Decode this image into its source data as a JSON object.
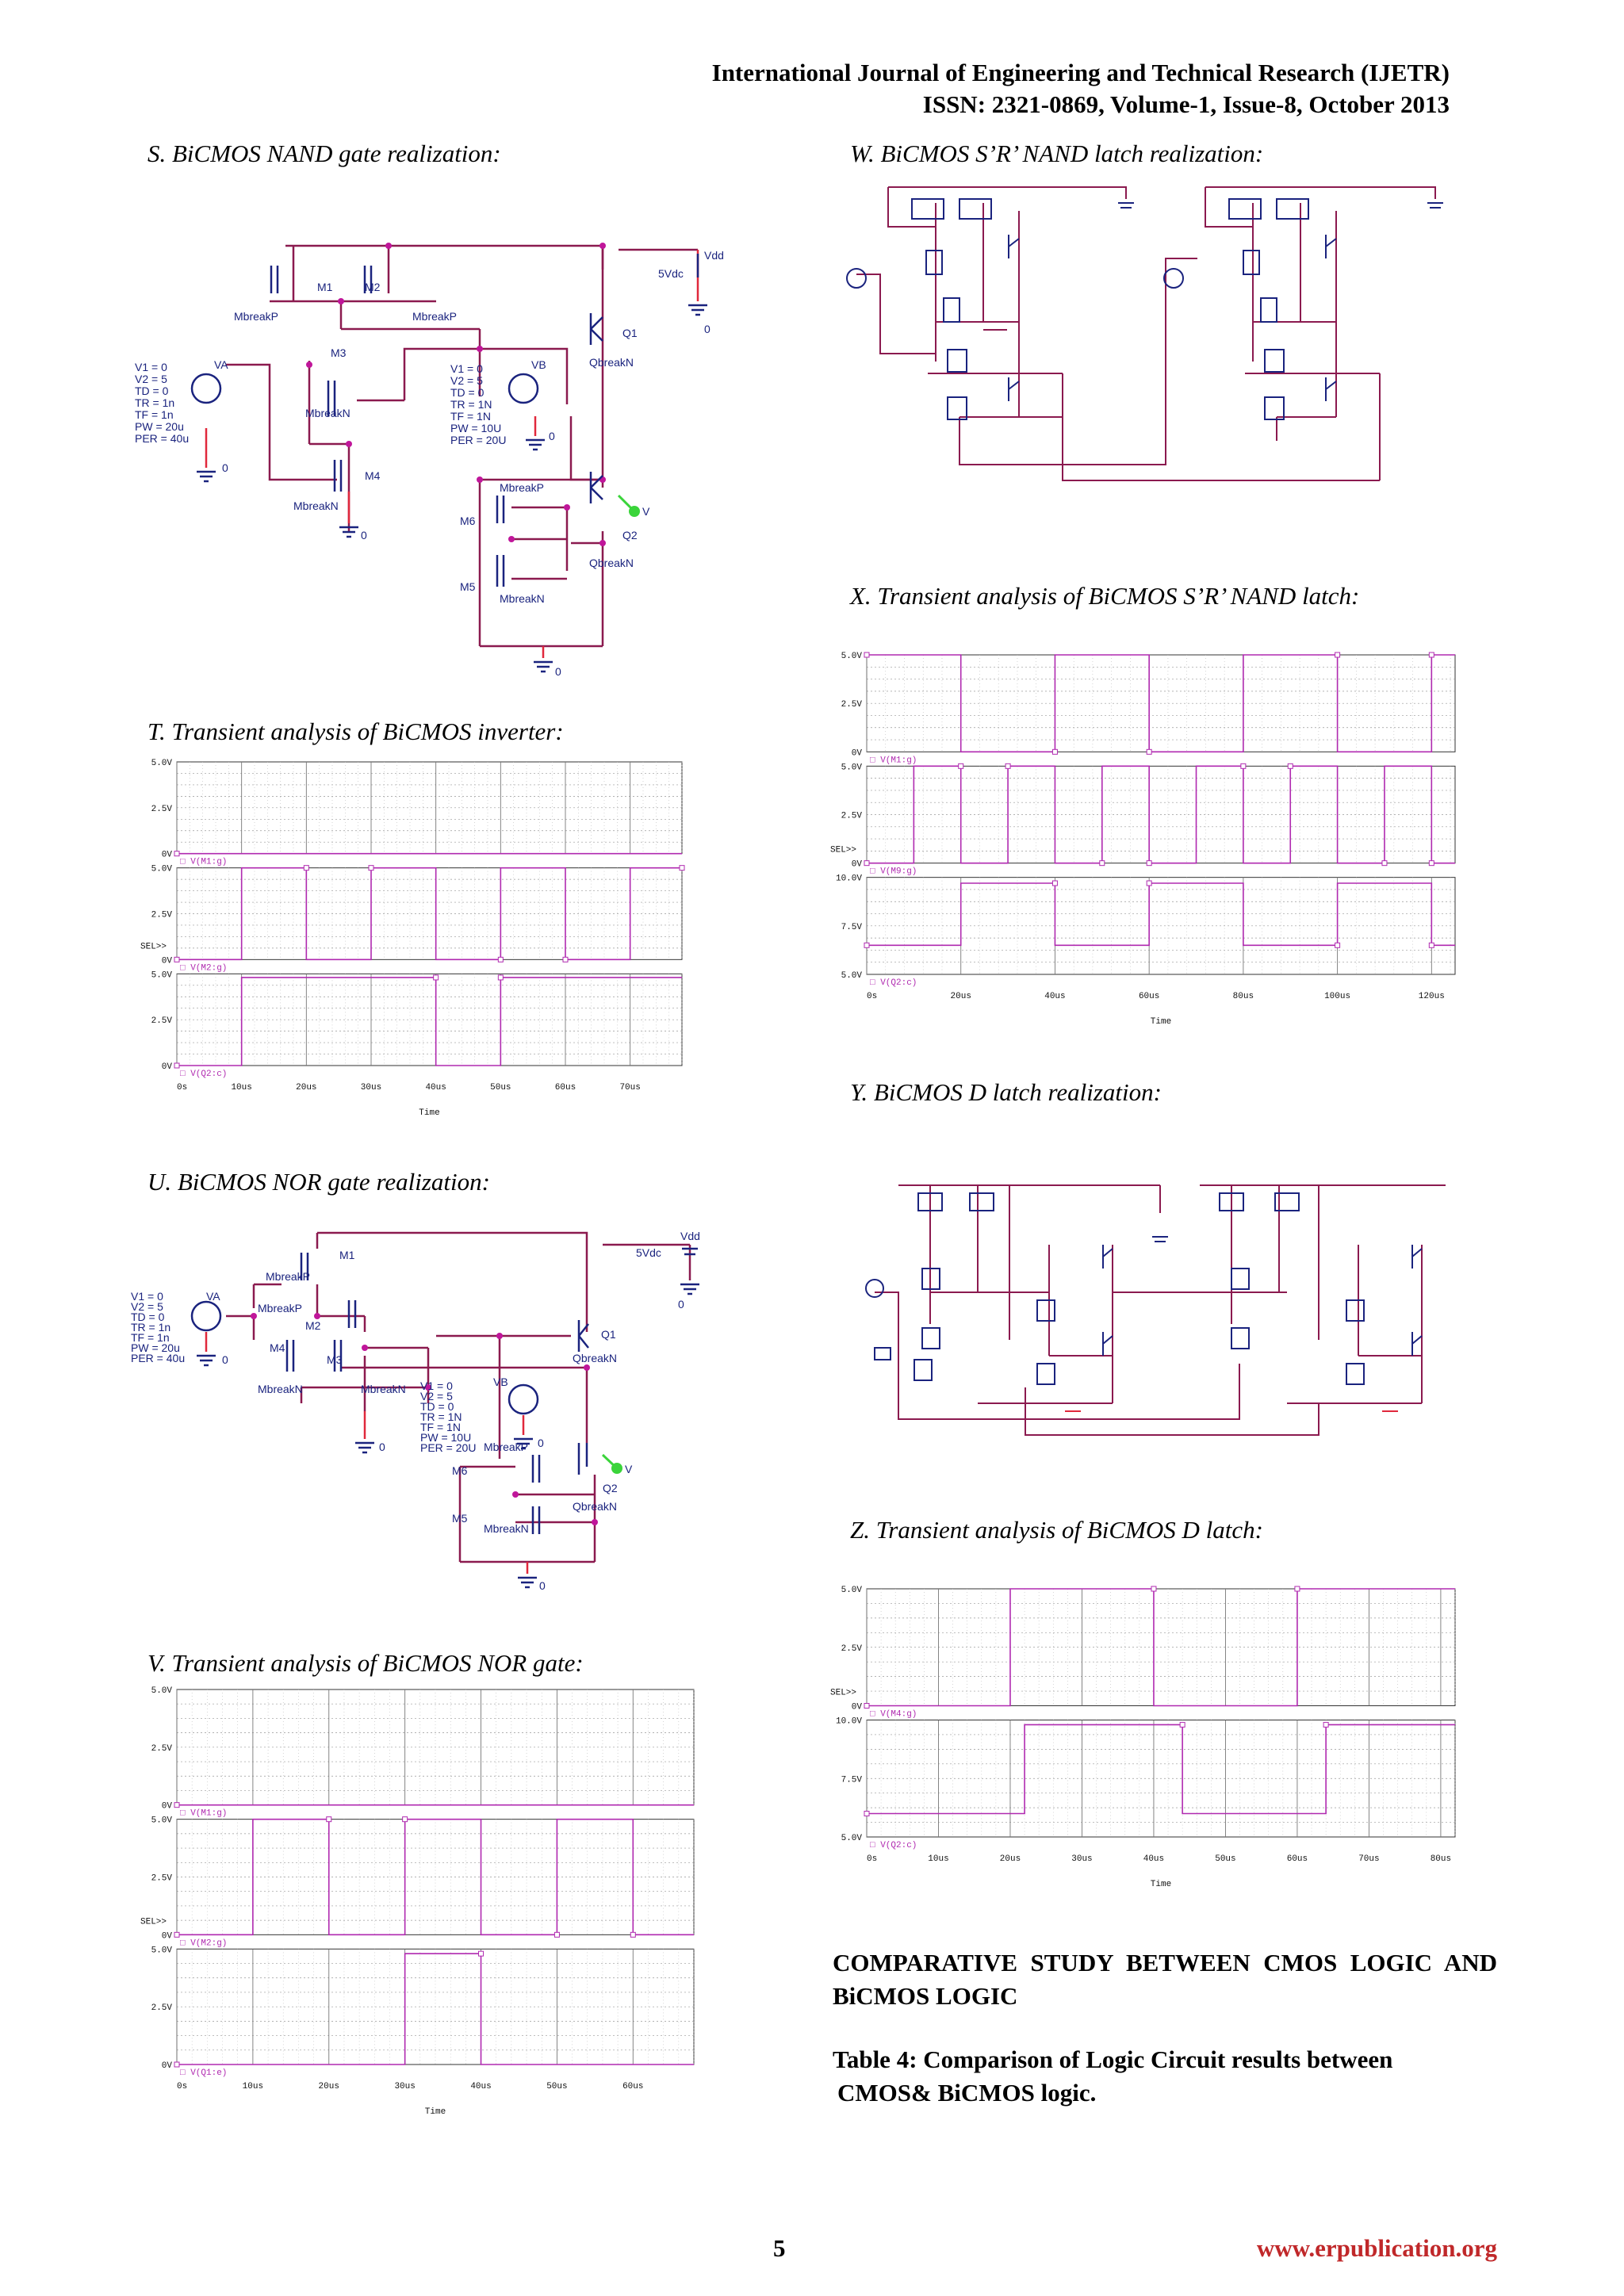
{
  "header": {
    "journal": "International Journal of Engineering and Technical Research (IJETR)",
    "issn": "ISSN: 2321-0869, Volume-1, Issue-8, October 2013"
  },
  "figures": {
    "S": {
      "caption": "S.   BiCMOS NAND gate realization:"
    },
    "T": {
      "caption": "T.   Transient analysis of BiCMOS inverter:"
    },
    "U": {
      "caption": "U.   BiCMOS NOR gate realization:"
    },
    "V": {
      "caption": "V.   Transient analysis of BiCMOS NOR gate:"
    },
    "W": {
      "caption": "W.   BiCMOS S’R’ NAND latch realization:"
    },
    "X": {
      "caption": "X.   Transient analysis of BiCMOS S’R’ NAND latch:"
    },
    "Y": {
      "caption": "Y.   BiCMOS D latch realization:"
    },
    "Z": {
      "caption": "Z.   Transient analysis of BiCMOS D latch:"
    }
  },
  "schematics": {
    "nand": {
      "vdd": "Vdd",
      "vdc": "5Vdc",
      "gnd": "0",
      "m1": "M1",
      "m2": "M2",
      "m3": "M3",
      "m4": "M4",
      "m5": "M5",
      "m6": "M6",
      "q1": "Q1",
      "q2": "Q2",
      "mbp": "MbreakP",
      "mbn": "MbreakN",
      "qbn": "QbreakN",
      "va": "VA",
      "vb": "VB",
      "va_params": [
        "V1 = 0",
        "V2 = 5",
        "TD = 0",
        "TR = 1n",
        "TF = 1n",
        "PW = 20u",
        "PER = 40u"
      ],
      "vb_params": [
        "V1 = 0",
        "V2 = 5",
        "TD = 0",
        "TR = 1N",
        "TF = 1N",
        "PW = 10U",
        "PER = 20U"
      ],
      "probe": "V"
    },
    "nor": {
      "vdd": "Vdd",
      "vdc": "5Vdc",
      "gnd": "0",
      "m1": "M1",
      "m2": "M2",
      "m3": "M3",
      "m4": "M4",
      "m5": "M5",
      "m6": "M6",
      "q1": "Q1",
      "q2": "Q2",
      "mbp": "MbreakP",
      "mbn": "MbreakN",
      "qbn": "QbreakN",
      "va": "VA",
      "vb": "VB",
      "va_params": [
        "V1 = 0",
        "V2 = 5",
        "TD = 0",
        "TR = 1n",
        "TF = 1n",
        "PW = 20u",
        "PER = 40u"
      ],
      "vb_params": [
        "V1 = 0",
        "V2 = 5",
        "TD = 0",
        "TR = 1N",
        "TF = 1N",
        "PW = 10U",
        "PER = 20U"
      ],
      "probe": "V"
    }
  },
  "chart_data": [
    {
      "id": "T",
      "type": "line",
      "title": "",
      "xlabel": "Time",
      "xlim": [
        0,
        78
      ],
      "x_unit": "us",
      "x_ticks": [
        "0s",
        "10us",
        "20us",
        "30us",
        "40us",
        "50us",
        "60us",
        "70us"
      ],
      "panels": [
        {
          "signal": "V(M1:g)",
          "y_ticks": [
            "5.0V",
            "2.5V",
            "0V"
          ],
          "ylim": [
            0,
            5
          ],
          "series": [
            {
              "x": [
                0,
                78
              ],
              "y": [
                0,
                0
              ]
            }
          ]
        },
        {
          "signal": "V(M2:g)",
          "y_ticks": [
            "5.0V",
            "2.5V",
            "0V"
          ],
          "ylim": [
            0,
            5
          ],
          "sel": "SEL>>",
          "series": [
            {
              "x": [
                0,
                10,
                10,
                20,
                20,
                30,
                30,
                40,
                40,
                50,
                50,
                60,
                60,
                70,
                70,
                78
              ],
              "y": [
                0,
                0,
                5,
                5,
                0,
                0,
                5,
                5,
                0,
                0,
                5,
                5,
                0,
                0,
                5,
                5
              ]
            }
          ]
        },
        {
          "signal": "V(Q2:c)",
          "y_ticks": [
            "5.0V",
            "2.5V",
            "0V"
          ],
          "ylim": [
            0,
            5
          ],
          "series": [
            {
              "x": [
                0,
                10,
                10,
                40,
                40,
                50,
                50,
                78
              ],
              "y": [
                0,
                0,
                4.8,
                4.8,
                0,
                0,
                4.8,
                4.8
              ]
            }
          ]
        }
      ]
    },
    {
      "id": "V",
      "type": "line",
      "title": "",
      "xlabel": "Time",
      "xlim": [
        0,
        68
      ],
      "x_unit": "us",
      "x_ticks": [
        "0s",
        "10us",
        "20us",
        "30us",
        "40us",
        "50us",
        "60us"
      ],
      "panels": [
        {
          "signal": "V(M1:g)",
          "y_ticks": [
            "5.0V",
            "2.5V",
            "0V"
          ],
          "ylim": [
            0,
            5
          ],
          "series": [
            {
              "x": [
                0,
                68
              ],
              "y": [
                0,
                0
              ]
            }
          ]
        },
        {
          "signal": "V(M2:g)",
          "y_ticks": [
            "5.0V",
            "2.5V",
            "0V"
          ],
          "ylim": [
            0,
            5
          ],
          "sel": "SEL>>",
          "series": [
            {
              "x": [
                0,
                10,
                10,
                20,
                20,
                30,
                30,
                40,
                40,
                50,
                50,
                60,
                60,
                68
              ],
              "y": [
                0,
                0,
                5,
                5,
                0,
                0,
                5,
                5,
                0,
                0,
                5,
                5,
                0,
                0
              ]
            }
          ]
        },
        {
          "signal": "V(Q1:e)",
          "y_ticks": [
            "5.0V",
            "2.5V",
            "0V"
          ],
          "ylim": [
            0,
            5
          ],
          "series": [
            {
              "x": [
                0,
                30,
                30,
                40,
                40,
                68
              ],
              "y": [
                0,
                0,
                4.8,
                4.8,
                0,
                0
              ]
            }
          ]
        }
      ]
    },
    {
      "id": "X",
      "type": "line",
      "title": "",
      "xlabel": "Time",
      "xlim": [
        0,
        125
      ],
      "x_unit": "us",
      "x_ticks": [
        "0s",
        "20us",
        "40us",
        "60us",
        "80us",
        "100us",
        "120us"
      ],
      "panels": [
        {
          "signal": "V(M1:g)",
          "y_ticks": [
            "5.0V",
            "2.5V",
            "0V"
          ],
          "ylim": [
            0,
            5
          ],
          "series": [
            {
              "x": [
                0,
                20,
                20,
                40,
                40,
                60,
                60,
                80,
                80,
                100,
                100,
                120,
                120,
                125
              ],
              "y": [
                5,
                5,
                0,
                0,
                5,
                5,
                0,
                0,
                5,
                5,
                0,
                0,
                5,
                5
              ]
            }
          ]
        },
        {
          "signal": "V(M9:g)",
          "y_ticks": [
            "5.0V",
            "2.5V",
            "0V"
          ],
          "ylim": [
            0,
            5
          ],
          "sel": "SEL>>",
          "series": [
            {
              "x": [
                0,
                10,
                10,
                20,
                20,
                30,
                30,
                40,
                40,
                50,
                50,
                60,
                60,
                70,
                70,
                80,
                80,
                90,
                90,
                100,
                100,
                110,
                110,
                120,
                120,
                125
              ],
              "y": [
                0,
                0,
                5,
                5,
                0,
                0,
                5,
                5,
                0,
                0,
                5,
                5,
                0,
                0,
                5,
                5,
                0,
                0,
                5,
                5,
                0,
                0,
                5,
                5,
                0,
                0
              ]
            }
          ]
        },
        {
          "signal": "V(Q2:c)",
          "y_ticks": [
            "10.0V",
            "7.5V",
            "5.0V"
          ],
          "ylim": [
            5,
            10
          ],
          "series": [
            {
              "x": [
                0,
                20,
                20,
                40,
                40,
                60,
                60,
                80,
                80,
                100,
                100,
                120,
                120,
                125
              ],
              "y": [
                6.5,
                6.5,
                9.7,
                9.7,
                6.5,
                6.5,
                9.7,
                9.7,
                6.5,
                6.5,
                9.7,
                9.7,
                6.5,
                6.5
              ]
            }
          ]
        }
      ]
    },
    {
      "id": "Z",
      "type": "line",
      "title": "",
      "xlabel": "Time",
      "xlim": [
        0,
        82
      ],
      "x_unit": "us",
      "x_ticks": [
        "0s",
        "10us",
        "20us",
        "30us",
        "40us",
        "50us",
        "60us",
        "70us",
        "80us"
      ],
      "panels": [
        {
          "signal": "V(M4:g)",
          "y_ticks": [
            "5.0V",
            "2.5V",
            "0V"
          ],
          "ylim": [
            0,
            5
          ],
          "sel": "SEL>>",
          "series": [
            {
              "x": [
                0,
                20,
                20,
                40,
                40,
                60,
                60,
                82
              ],
              "y": [
                0,
                0,
                5,
                5,
                0,
                0,
                5,
                5
              ]
            }
          ]
        },
        {
          "signal": "V(Q2:c)",
          "y_ticks": [
            "10.0V",
            "7.5V",
            "5.0V"
          ],
          "ylim": [
            5,
            10
          ],
          "series": [
            {
              "x": [
                0,
                22,
                22,
                44,
                44,
                64,
                64,
                82
              ],
              "y": [
                6,
                6,
                9.8,
                9.8,
                6,
                6,
                9.8,
                9.8
              ]
            }
          ]
        }
      ]
    }
  ],
  "section": {
    "heading": "COMPARATIVE STUDY BETWEEN CMOS LOGIC AND BiCMOS LOGIC",
    "table_caption_1": "Table 4: Comparison of Logic Circuit results between",
    "table_caption_2": "CMOS& BiCMOS logic."
  },
  "footer": {
    "page": "5",
    "url": "www.erpublication.org"
  },
  "colors": {
    "wire": "#8b1a4f",
    "wire_red": "#e0283c",
    "component": "#1a237e",
    "trace": "#b02ab0",
    "grid": "#888888",
    "url": "#c0282a"
  }
}
